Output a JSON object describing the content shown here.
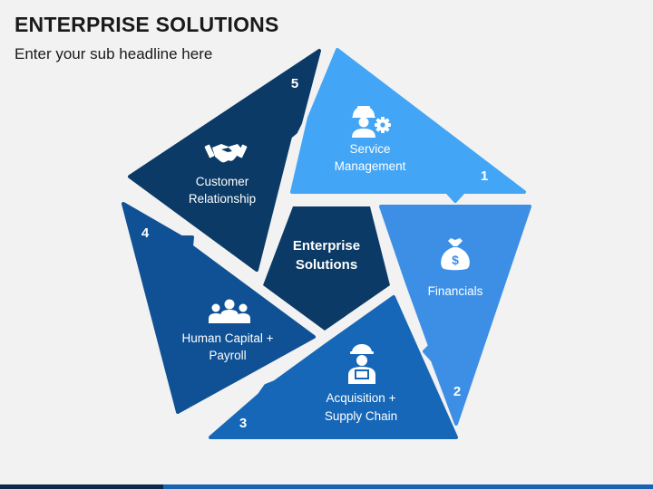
{
  "title": "ENTERPRISE SOLUTIONS",
  "subtitle": "Enter your sub headline here",
  "center": {
    "line1": "Enterprise",
    "line2": "Solutions"
  },
  "segments": [
    {
      "number": "1",
      "line1": "Service",
      "line2": "Management",
      "icon": "worker-gear-icon",
      "color": "#42a5f5"
    },
    {
      "number": "2",
      "line1": "Financials",
      "line2": "",
      "icon": "money-bag-icon",
      "color": "#3d8fe6"
    },
    {
      "number": "3",
      "line1": "Acquisition +",
      "line2": "Supply Chain",
      "icon": "delivery-person-icon",
      "color": "#1667b8"
    },
    {
      "number": "4",
      "line1": "Human Capital +",
      "line2": "Payroll",
      "icon": "team-icon",
      "color": "#0f5194"
    },
    {
      "number": "5",
      "line1": "Customer",
      "line2": "Relationship",
      "icon": "handshake-icon",
      "color": "#0b3a66"
    }
  ],
  "colors": {
    "center": "#0b3a66",
    "background": "#f2f2f2"
  }
}
